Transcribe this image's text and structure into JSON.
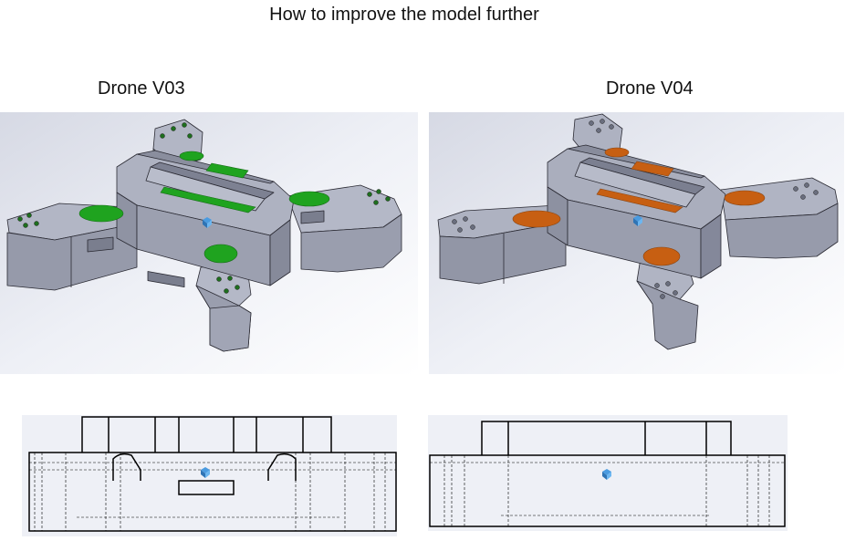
{
  "title": "How to improve the model further",
  "left": {
    "label": "Drone V03"
  },
  "right": {
    "label": "Drone V04"
  },
  "colors": {
    "background_v03": "#e8eaf2",
    "background_v04": "#e6e8ef",
    "body_v03": "#a9adbd",
    "body_v04": "#a2a6b6",
    "pad_v03": "#1fa31f",
    "pad_v04": "#c75f12",
    "edge": "#2a2a33"
  }
}
